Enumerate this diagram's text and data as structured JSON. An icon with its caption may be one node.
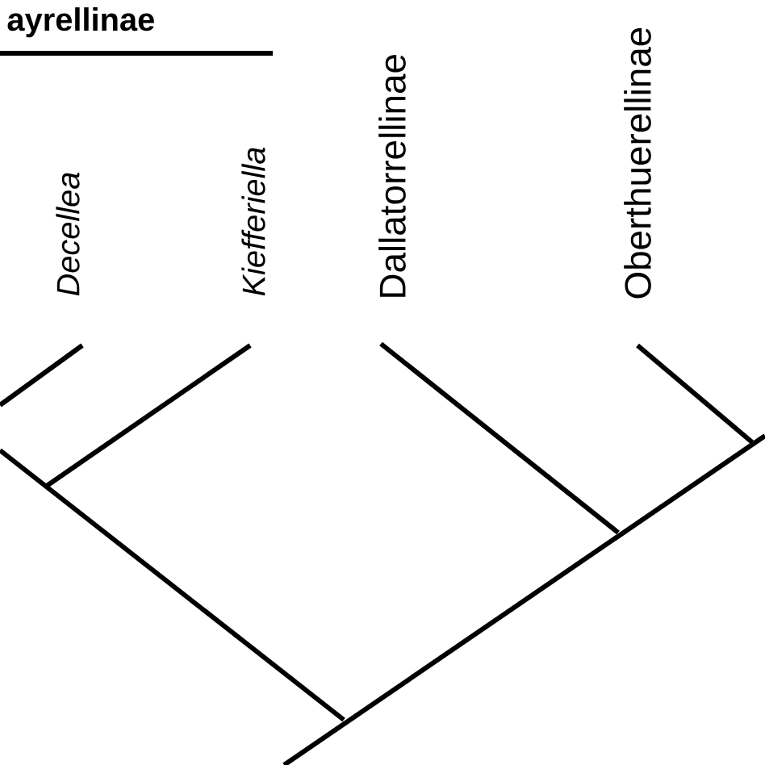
{
  "diagram": {
    "labels": [
      "ayrellinae",
      "Decellea",
      "Kiefferiella",
      "Dallatorrellinae",
      "Oberthuerellinae"
    ]
  }
}
